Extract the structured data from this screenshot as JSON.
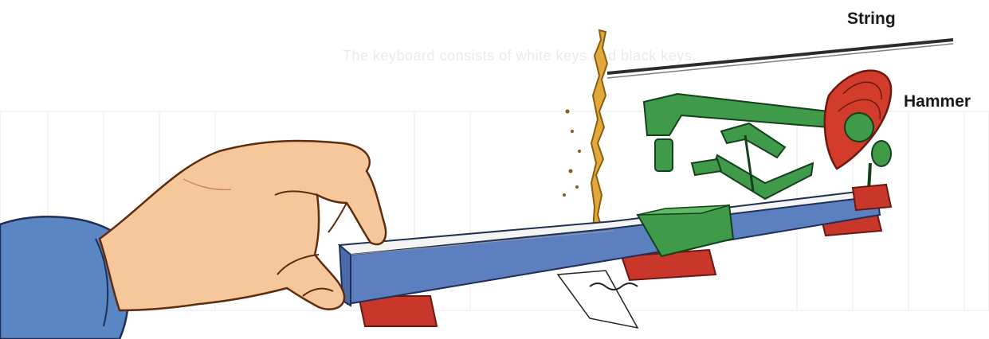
{
  "labels": {
    "string": "String",
    "hammer": "Hammer"
  },
  "background_text": "The keyboard consists of white keys and black keys.",
  "colors": {
    "key_top": "#f4f4f2",
    "key_side": "#5c7fc0",
    "felt_red": "#c9362a",
    "action_green": "#3f9a4a",
    "hammer_red": "#d33b2a",
    "wood_tan": "#e0a93a",
    "skin": "#f6c79a",
    "sleeve": "#5b86c4"
  },
  "icons": [
    "hand-illustration",
    "piano-key-illustration",
    "hammer-action-illustration",
    "string-line"
  ]
}
